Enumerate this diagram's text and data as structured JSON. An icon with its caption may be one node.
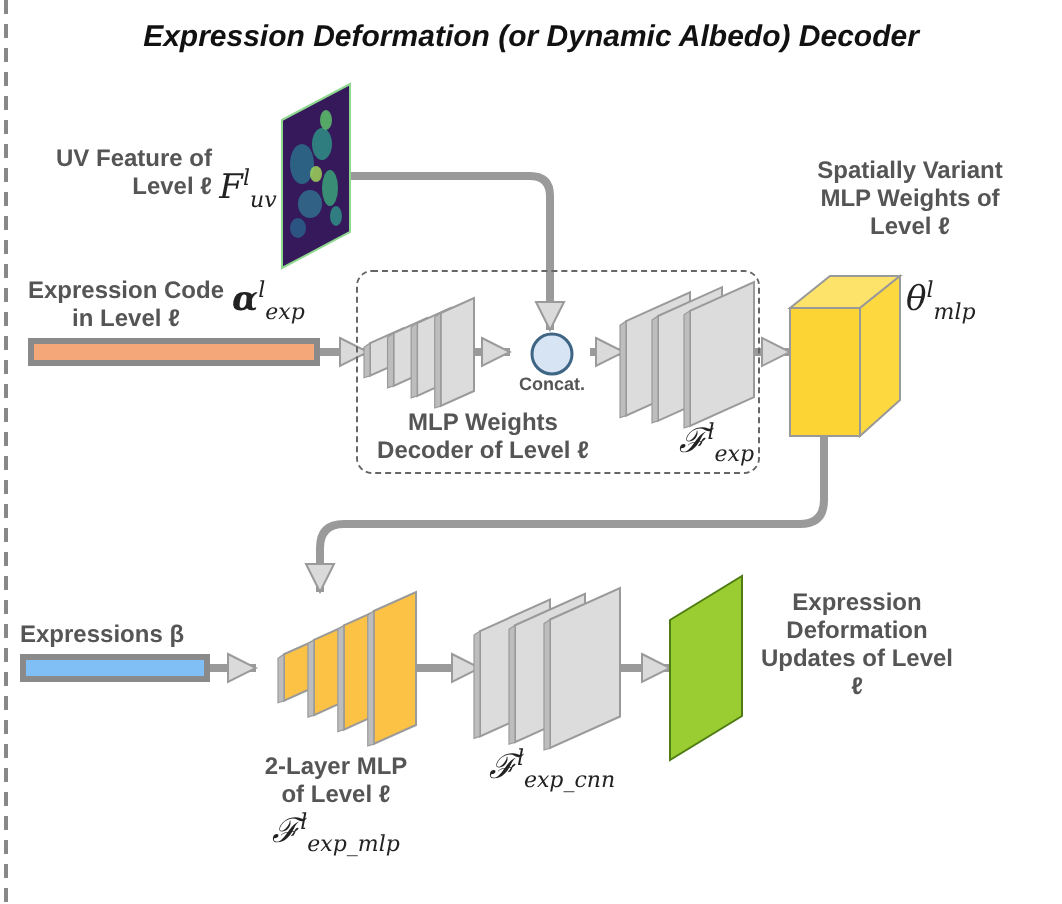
{
  "diagram": {
    "title": "Expression Deformation (or Dynamic Albedo) Decoder",
    "nodes": [
      {
        "text": [
          "UV Feature of Level ℓ",
          "F$^{l}$$_{uv}$"
        ]
      },
      {
        "text": [
          "Expression Code in Level ℓ",
          "**α**$^{l}$$_{exp}$"
        ]
      },
      {
        "text": [
          "MLP Weights Decoder of Level ℓ"
        ]
      },
      {
        "text": [],
        "shape": "box",
        "in": 2
      },
      {
        "text": [
          "Concat."
        ],
        "in": 2
      },
      {
        "text": [
          "ℱ$^{l}$$_{exp}$"
        ],
        "in": 2
      },
      {
        "text": [
          "Spatially Variant MLP Weights of Level ℓ",
          "θ$^{l}$$_{mlp}$"
        ]
      },
      {
        "text": [
          "Expressions **β**"
        ]
      },
      {
        "text": [
          "2-Layer MLP of Level ℓ",
          "ℱ$^{l}$$_{exp_mlp}$"
        ]
      },
      {
        "text": [
          "ℱ$^{l}$$_{exp_cnn}$"
        ]
      },
      {
        "text": [
          "Expression Deformation Updates of Level ℓ"
        ]
      }
    ],
    "edges": [
      {
        "from": 1,
        "to": 3,
        "arrow": "to"
      },
      {
        "from": 0,
        "to": 4,
        "arrow": "to"
      },
      {
        "from": 3,
        "to": 4,
        "arrow": "to"
      },
      {
        "from": 4,
        "to": 5,
        "arrow": "to"
      },
      {
        "from": 5,
        "to": 6,
        "arrow": "to"
      },
      {
        "from": 6,
        "to": 8,
        "arrow": "to"
      },
      {
        "from": 7,
        "to": 8,
        "arrow": "to"
      },
      {
        "from": 8,
        "to": 9,
        "arrow": "to"
      },
      {
        "from": 9,
        "to": 10,
        "arrow": "to"
      }
    ]
  }
}
